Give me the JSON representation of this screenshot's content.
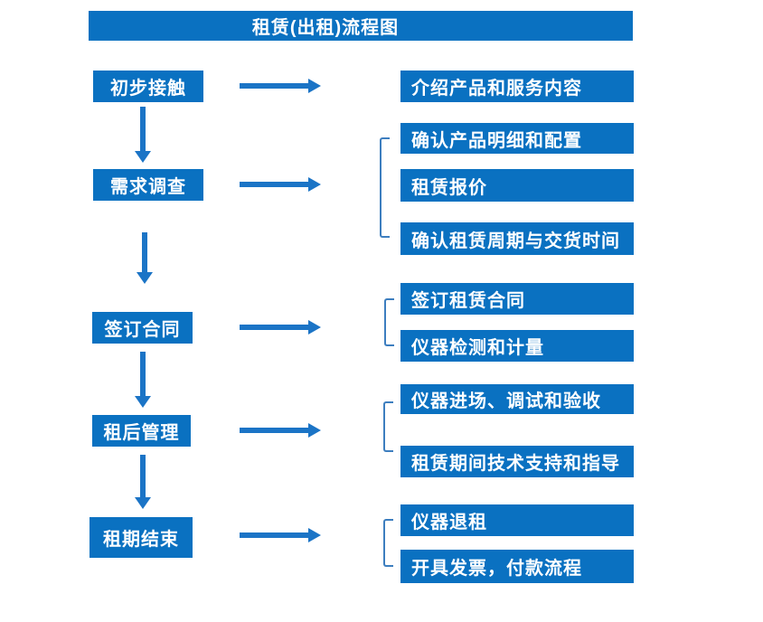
{
  "title": "租赁(出租)流程图",
  "colors": {
    "primary_blue": "#0a71c1",
    "arrow_blue": "#1b74c6",
    "bracket_blue": "#3d7ebf",
    "text": "#ffffff",
    "background": "#ffffff"
  },
  "steps": [
    {
      "label": "初步接触",
      "outputs": [
        "介绍产品和服务内容"
      ]
    },
    {
      "label": "需求调查",
      "outputs": [
        "确认产品明细和配置",
        "租赁报价",
        "确认租赁周期与交货时间"
      ]
    },
    {
      "label": "签订合同",
      "outputs": [
        "签订租赁合同",
        "仪器检测和计量"
      ]
    },
    {
      "label": "租后管理",
      "outputs": [
        "仪器进场、调试和验收",
        "租赁期间技术支持和指导"
      ]
    },
    {
      "label": "租期结束",
      "outputs": [
        "仪器退租",
        "开具发票，付款流程"
      ]
    }
  ]
}
